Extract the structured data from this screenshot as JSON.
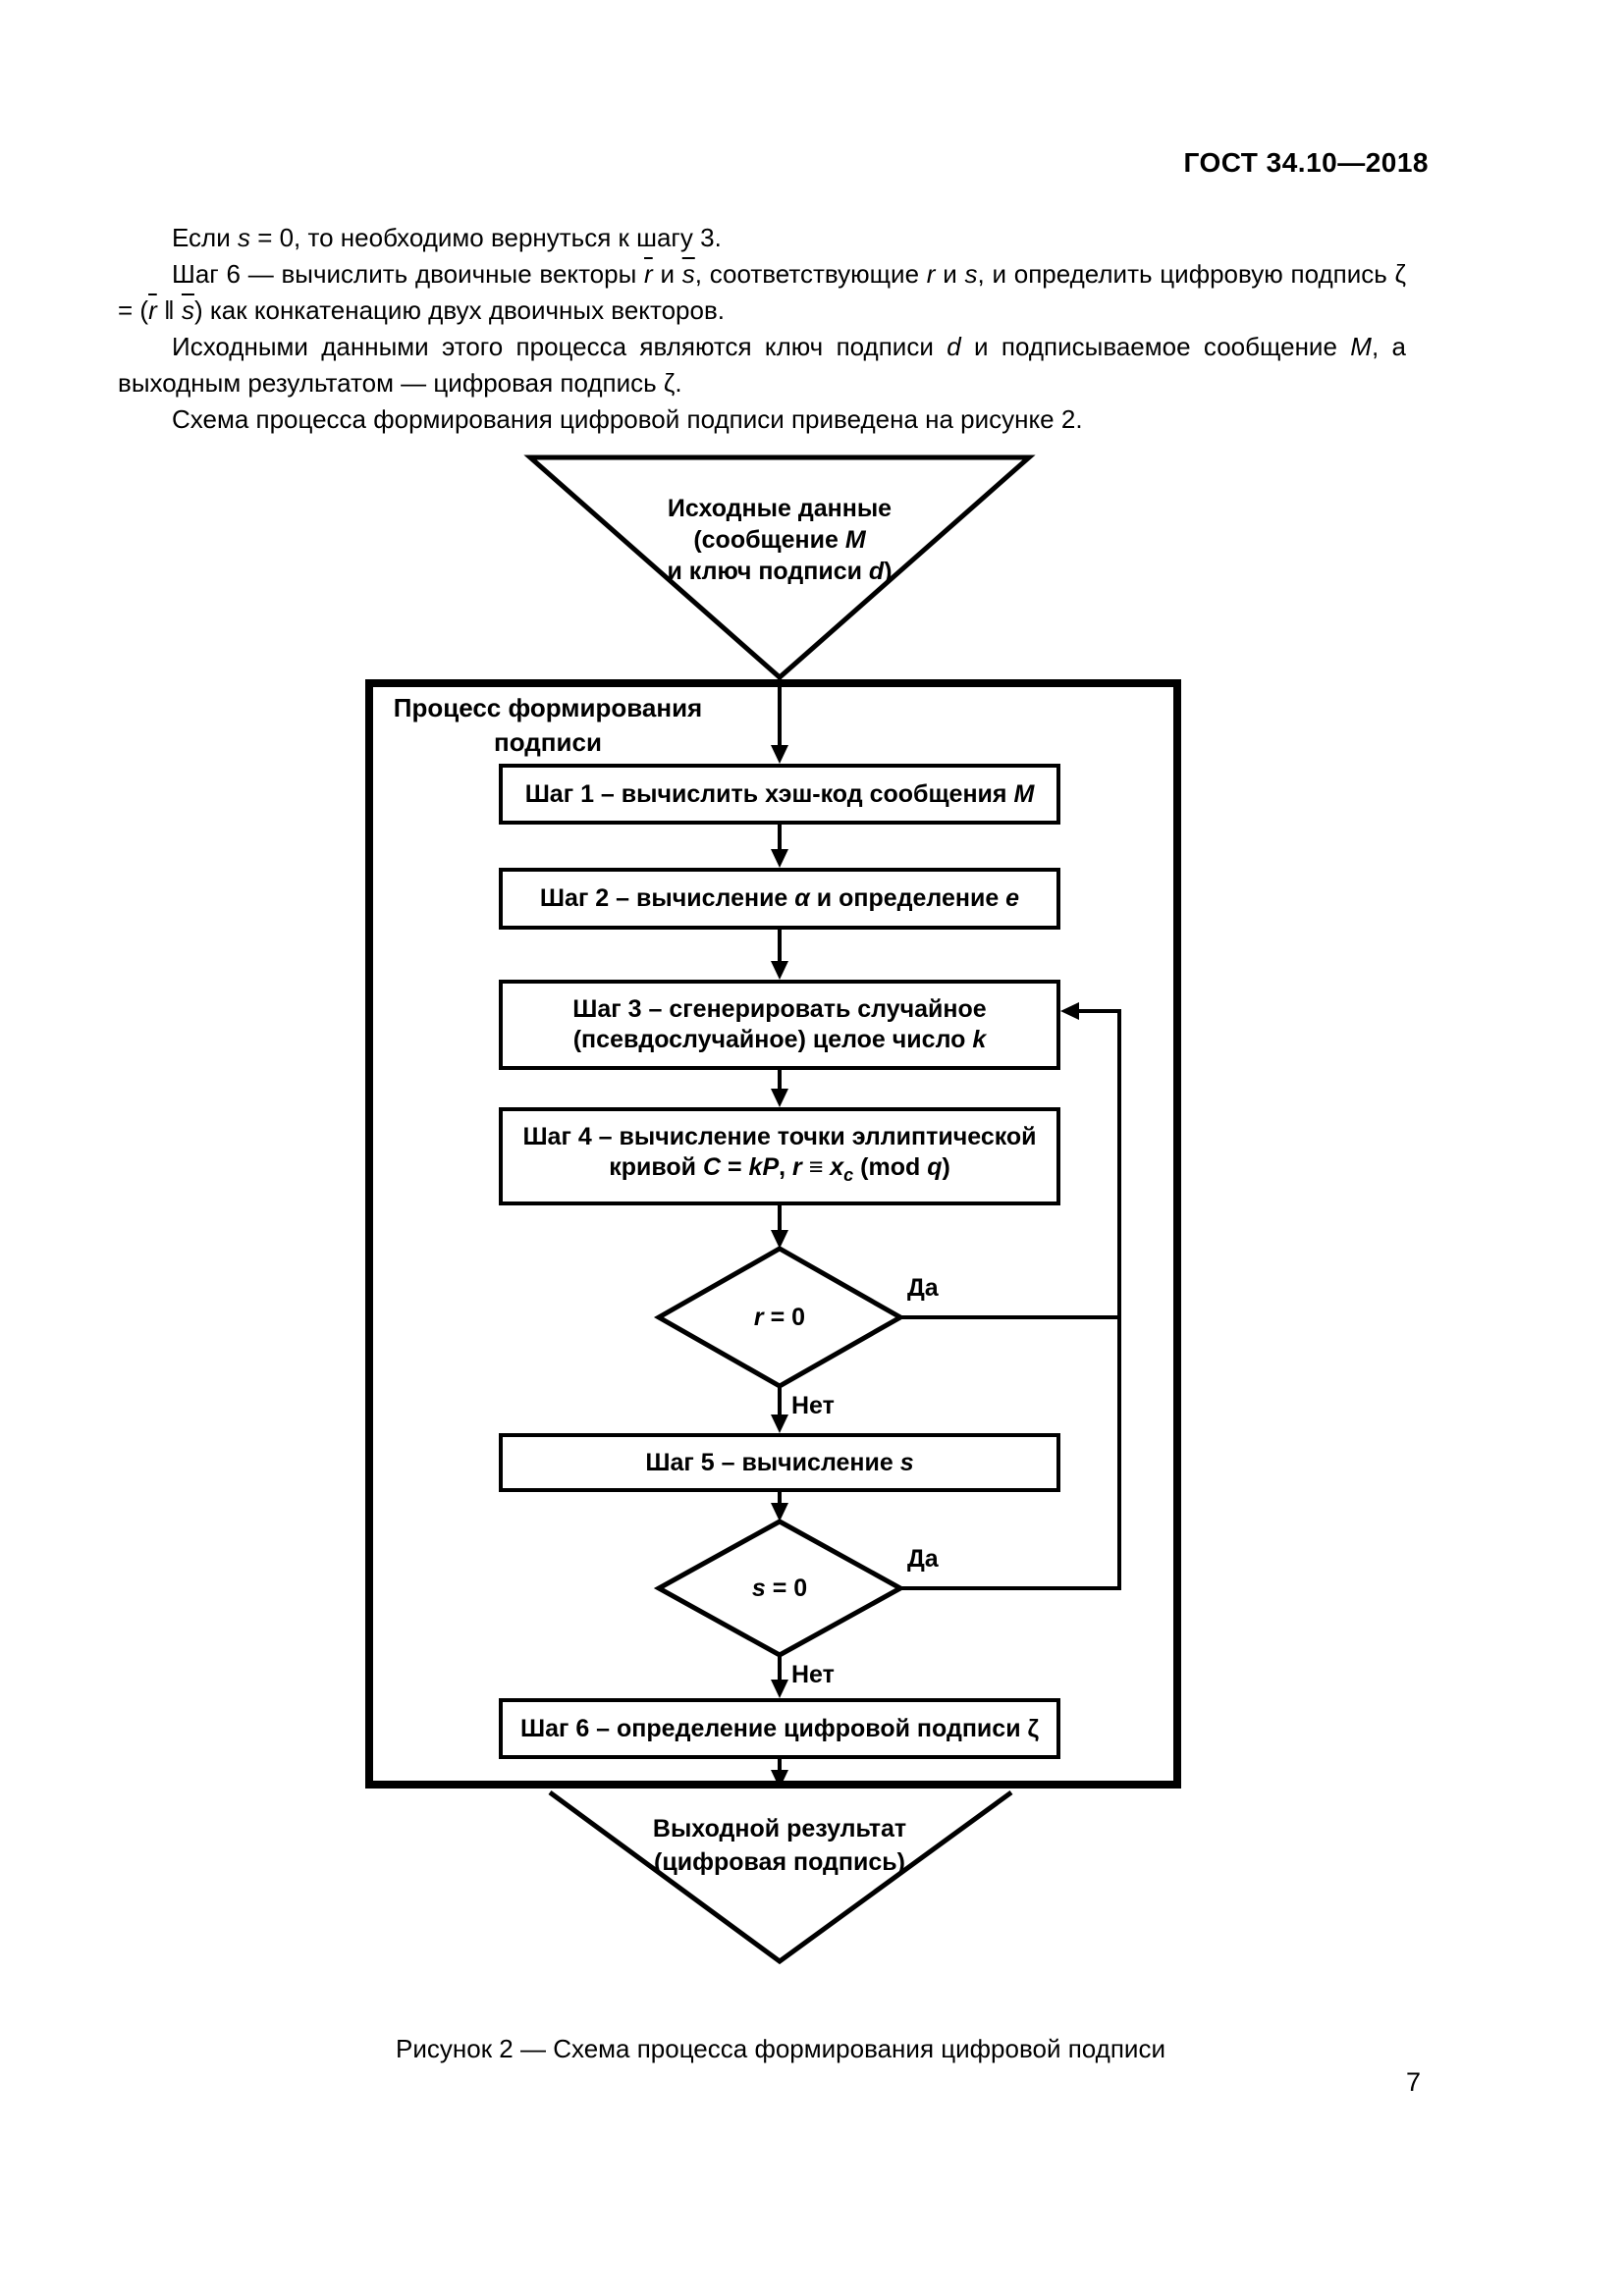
{
  "style": {
    "ink_color": "#000000",
    "paper_color": "#ffffff"
  },
  "header": {
    "doc_code": "ГОСТ 34.10—2018"
  },
  "paragraphs": [
    {
      "segments": [
        {
          "t": "Если "
        },
        {
          "t": "s",
          "style": "i"
        },
        {
          "t": " = 0, то необходимо вернуться к шагу 3."
        }
      ]
    },
    {
      "segments": [
        {
          "t": "Шаг 6 — вычислить двоичные векторы "
        },
        {
          "t": "r",
          "style": "ov"
        },
        {
          "t": " и "
        },
        {
          "t": "s",
          "style": "ov"
        },
        {
          "t": ", соответствующие "
        },
        {
          "t": "r",
          "style": "i"
        },
        {
          "t": " и "
        },
        {
          "t": "s",
          "style": "i"
        },
        {
          "t": ", и определить цифровую подпись ζ = ("
        },
        {
          "t": "r",
          "style": "ov"
        },
        {
          "t": " ‖ "
        },
        {
          "t": "s",
          "style": "ov"
        },
        {
          "t": ") как конкатенацию двух двоичных векторов."
        }
      ]
    },
    {
      "segments": [
        {
          "t": "Исходными данными этого процесса являются ключ подписи "
        },
        {
          "t": "d",
          "style": "i"
        },
        {
          "t": " и подписываемое сообщение "
        },
        {
          "t": "M",
          "style": "i"
        },
        {
          "t": ", а выходным результатом — цифровая подпись ζ."
        }
      ]
    },
    {
      "segments": [
        {
          "t": "Схема процесса формирования цифровой подписи приведена на рисунке 2."
        }
      ]
    }
  ],
  "figure": {
    "process_box_title": "Процесс формирования подписи",
    "input_funnel_lines": [
      [
        {
          "t": "Исходные данные"
        }
      ],
      [
        {
          "t": "(сообщение "
        },
        {
          "t": "М",
          "style": "i"
        }
      ],
      [
        {
          "t": "и ключ подписи "
        },
        {
          "t": "d",
          "style": "i"
        },
        {
          "t": ")"
        }
      ]
    ],
    "steps": {
      "step1": [
        [
          {
            "t": "Шаг 1 – вычислить хэш-код сообщения "
          },
          {
            "t": "M",
            "style": "i"
          }
        ]
      ],
      "step2": [
        [
          {
            "t": "Шаг 2 – вычисление "
          },
          {
            "t": "α",
            "style": "i"
          },
          {
            "t": " и определение "
          },
          {
            "t": "e",
            "style": "i"
          }
        ]
      ],
      "step3": [
        [
          {
            "t": "Шаг 3 – сгенерировать случайное"
          }
        ],
        [
          {
            "t": "(псевдослучайное) целое число "
          },
          {
            "t": "k",
            "style": "i"
          }
        ]
      ],
      "step4": [
        [
          {
            "t": "Шаг 4 – вычисление точки эллиптической"
          }
        ],
        [
          {
            "t": "кривой "
          },
          {
            "t": "C",
            "style": "i"
          },
          {
            "t": " = "
          },
          {
            "t": "kP",
            "style": "i"
          },
          {
            "t": ", "
          },
          {
            "t": "r",
            "style": "i"
          },
          {
            "t": " ≡ "
          },
          {
            "t": "x",
            "style": "i"
          },
          {
            "t": "c",
            "style": "isub"
          },
          {
            "t": " (mod "
          },
          {
            "t": "q",
            "style": "i"
          },
          {
            "t": ")"
          }
        ]
      ],
      "step5": [
        [
          {
            "t": "Шаг 5 – вычисление "
          },
          {
            "t": "s",
            "style": "i"
          }
        ]
      ],
      "step6": [
        [
          {
            "t": "Шаг 6 – определение цифровой подписи ζ"
          }
        ]
      ]
    },
    "decision_r": [
      [
        {
          "t": "r",
          "style": "i"
        },
        {
          "t": " = 0"
        }
      ]
    ],
    "decision_s": [
      [
        {
          "t": "s",
          "style": "i"
        },
        {
          "t": " = 0"
        }
      ]
    ],
    "branch_labels": {
      "yes1": "Да",
      "no1": "Нет",
      "yes2": "Да",
      "no2": "Нет"
    },
    "output_funnel_lines": [
      [
        {
          "t": "Выходной результат"
        }
      ],
      [
        {
          "t": "(цифровая подпись)"
        }
      ]
    ],
    "caption": "Рисунок 2 — Схема процесса формирования цифровой подписи"
  },
  "footer": {
    "page_number": "7"
  }
}
